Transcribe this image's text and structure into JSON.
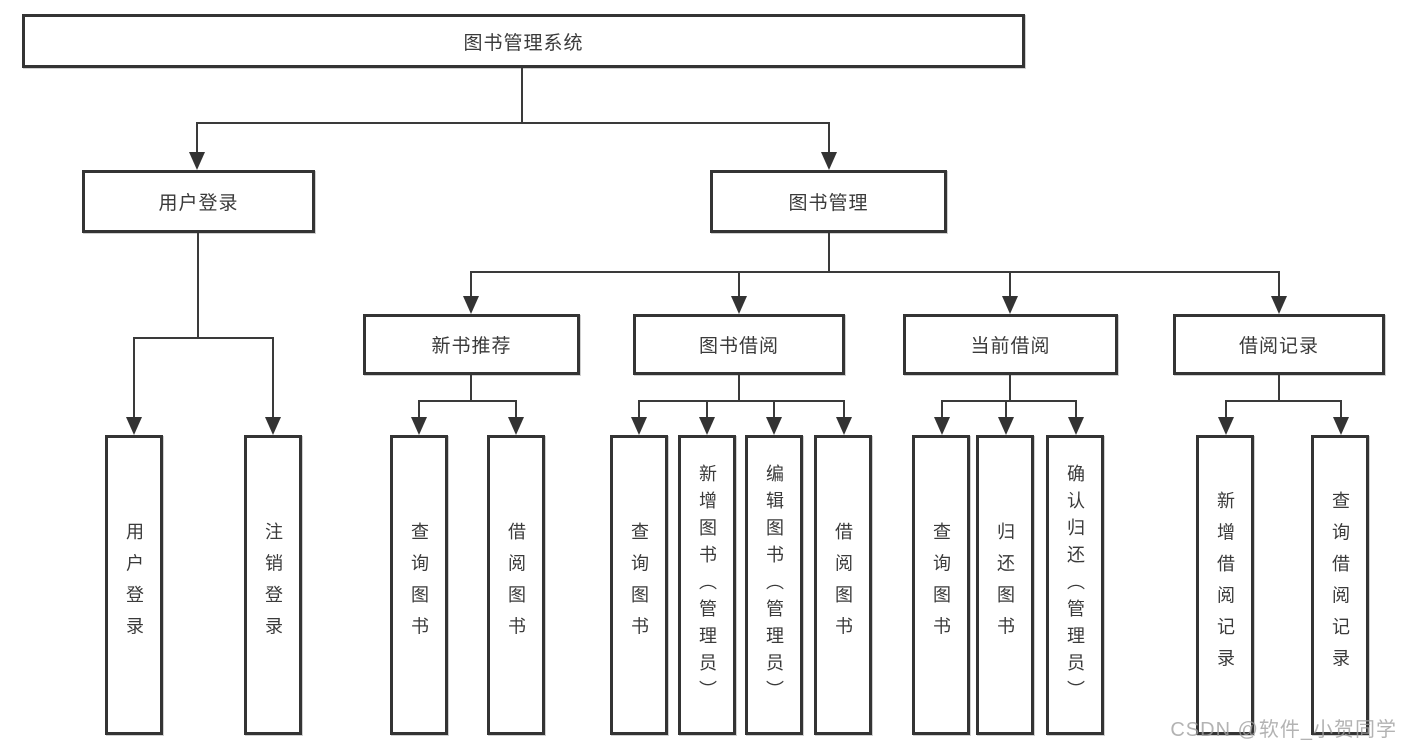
{
  "tree": {
    "label": "图书管理系统",
    "children": [
      {
        "label": "用户登录",
        "children": [
          {
            "label": "用户登录"
          },
          {
            "label": "注销登录"
          }
        ]
      },
      {
        "label": "图书管理",
        "children": [
          {
            "label": "新书推荐",
            "children": [
              {
                "label": "查询图书"
              },
              {
                "label": "借阅图书"
              }
            ]
          },
          {
            "label": "图书借阅",
            "children": [
              {
                "label": "查询图书"
              },
              {
                "label": "新增图书（管理员）"
              },
              {
                "label": "编辑图书（管理员）"
              },
              {
                "label": "借阅图书"
              }
            ]
          },
          {
            "label": "当前借阅",
            "children": [
              {
                "label": "查询图书"
              },
              {
                "label": "归还图书"
              },
              {
                "label": "确认归还（管理员）"
              }
            ]
          },
          {
            "label": "借阅记录",
            "children": [
              {
                "label": "新增借阅记录"
              },
              {
                "label": "查询借阅记录"
              }
            ]
          }
        ]
      }
    ]
  },
  "watermark": "CSDN @软件_小贺同学",
  "colors": {
    "line": "#3a3a3a",
    "border": "#343434",
    "text": "#3a3a3a",
    "background": "#ffffff",
    "watermark": "#a0a0a0"
  }
}
